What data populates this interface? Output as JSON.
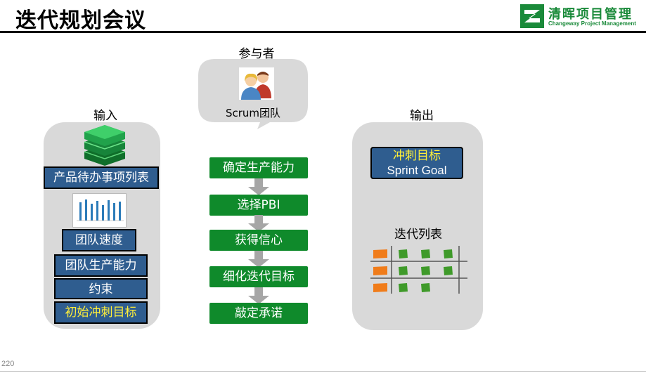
{
  "header": {
    "title": "迭代规划会议",
    "logo_name": "清晖项目管理",
    "logo_sub": "Changeway Project Management"
  },
  "participants": {
    "label": "参与者",
    "team": "Scrum团队"
  },
  "inputs": {
    "label": "输入",
    "items": [
      "产品待办事项列表",
      "团队速度",
      "团队生产能力",
      "约束",
      "初始冲刺目标"
    ]
  },
  "process": {
    "steps": [
      "确定生产能力",
      "选择PBI",
      "获得信心",
      "细化迭代目标",
      "敲定承诺"
    ]
  },
  "outputs": {
    "label": "输出",
    "goal_cn": "冲刺目标",
    "goal_en": "Sprint Goal",
    "backlog_label": "迭代列表"
  },
  "footer": {
    "page_number": "220"
  },
  "colors": {
    "brand_green": "#1a8a3a",
    "process_green": "#0f8a2b",
    "box_blue": "#2f5d8f",
    "highlight_yellow": "#ffef3a",
    "panel_gray": "#d9d9d9",
    "task_orange": "#f07c1a",
    "task_green": "#3f9a2a"
  },
  "icons": {
    "product_backlog": "green-stack-icon",
    "velocity": "bar-chart-icon",
    "team": "people-icon",
    "flow": "down-arrow-icon"
  }
}
